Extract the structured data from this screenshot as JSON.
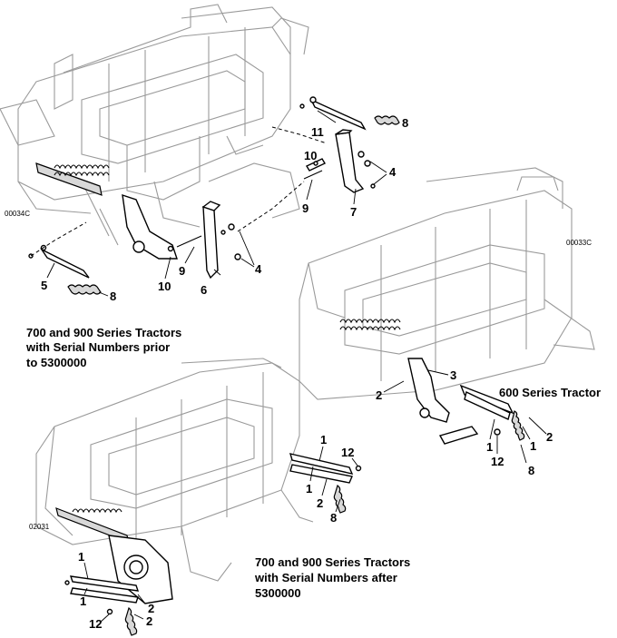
{
  "figure_codes": [
    "00034C",
    "00033C",
    "02031"
  ],
  "captions": {
    "pre_serial": [
      "700 and 900 Series Tractors",
      "with Serial Numbers prior",
      "to 5300000"
    ],
    "series_600": [
      "600 Series Tractor"
    ],
    "post_serial": [
      "700 and 900 Series Tractors",
      "with Serial Numbers  after",
      "5300000"
    ]
  },
  "callouts": {
    "top_right": [
      "11",
      "8",
      "10",
      "4",
      "4",
      "9",
      "7"
    ],
    "top_left": [
      "4",
      "4",
      "9",
      "10",
      "6",
      "5",
      "8"
    ],
    "right": [
      "3",
      "2",
      "2",
      "1",
      "12",
      "1",
      "8"
    ],
    "bottom_middle": [
      "1",
      "12",
      "1",
      "2",
      "8"
    ],
    "bottom_left": [
      "1",
      "1",
      "2",
      "12",
      "2"
    ]
  }
}
